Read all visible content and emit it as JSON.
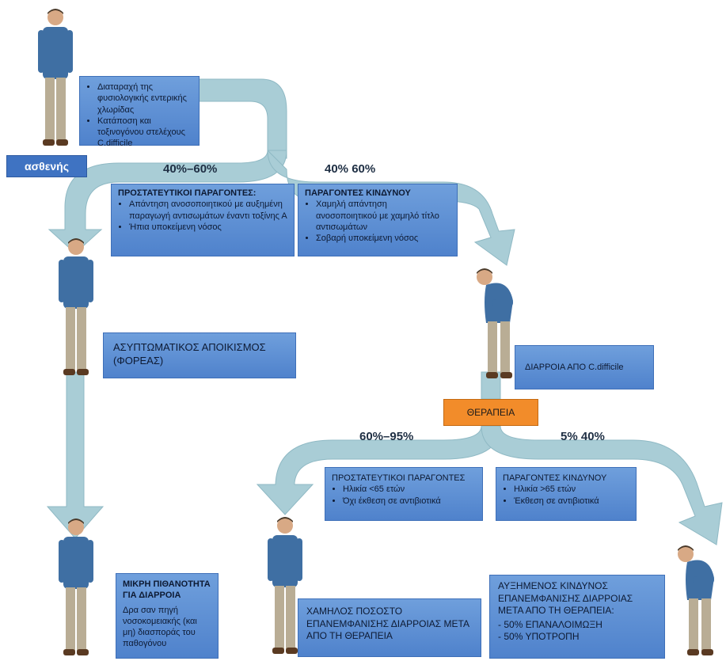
{
  "patient_label": "ασθενής",
  "top_box": {
    "items": [
      "Διαταραχή της φυσιολογικής εντερικής χλωρίδας",
      "Κατάποση και τοξινογόνου στελέχους C.difficile"
    ]
  },
  "pct_left_top": "40%–60%",
  "pct_right_top": "40% 60%",
  "protective_box_1": {
    "header": "ΠΡΟΣΤΑΤΕΥΤΙΚΟΙ ΠΑΡΑΓΟΝΤΕΣ:",
    "items": [
      "Απάντηση ανοσοποιητικού με αυξημένη παραγωγή αντισωμάτων έναντι τοξίνης Α",
      "Ήπια υποκείμενη νόσος"
    ]
  },
  "risk_box_1": {
    "header": "ΠΑΡΑΓΟΝΤΕΣ ΚΙΝΔΥΝΟΥ",
    "items": [
      "Χαμηλή απάντηση ανοσοποιητικού με χαμηλό τίτλο αντισωμάτων",
      "Σοβαρή υποκείμενη νόσος"
    ]
  },
  "asymptomatic_box": "ΑΣΥΠΤΩΜΑΤΙΚΟΣ ΑΠΟΙΚΙΣΜΟΣ (ΦΟΡΕΑΣ)",
  "diarrhea_box": "ΔΙΑΡΡΟΙΑ ΑΠΟ C.difficile",
  "therapy_label": "ΘΕΡΑΠΕΙΑ",
  "pct_left_bottom": "60%–95%",
  "pct_right_bottom": "5% 40%",
  "protective_box_2": {
    "header": "ΠΡΟΣΤΑΤΕΥΤΙΚΟΙ ΠΑΡΑΓΟΝΤΕΣ",
    "items": [
      "Ηλικία <65 ετών",
      "Όχι έκθεση σε αντιβιοτικά"
    ]
  },
  "risk_box_2": {
    "header": "ΠΑΡΑΓΟΝΤΕΣ ΚΙΝΔΥΝΟΥ",
    "items": [
      "Ηλικία >65 ετών",
      "Έκθεση σε αντιβιοτικά"
    ]
  },
  "low_prob_box": {
    "header": "ΜΙΚΡΗ ΠΙΘΑΝΟΤΗΤΑ ΓΙΑ ΔΙΑΡΡΟΙΑ",
    "body": "Δρα σαν πηγή νοσοκομειακής (και μη) διασποράς του παθογόνου"
  },
  "low_recurrence_box": "ΧΑΜΗΛΟΣ ΠΟΣΟΣΤΟ ΕΠΑΝΕΜΦΑΝΙΣΗΣ ΔΙΑΡΡΟΙΑΣ ΜΕΤΑ ΑΠΟ ΤΗ ΘΕΡΑΠΕΙΑ",
  "high_risk_box": {
    "header": "ΑΥΞΗΜΕΝΟΣ ΚΙΝΔΥΝΟΣ ΕΠΑΝΕΜΦΑΝΙΣΗΣ ΔΙΑΡΡΟΙΑΣ ΜΕΤΑ ΑΠΟ ΤΗ ΘΕΡΑΠΕΙΑ:",
    "items": [
      "50% ΕΠΑΝΑΛΟΙΜΩΞΗ",
      "50% ΥΠΟΤΡΟΠΗ"
    ]
  },
  "colors": {
    "arrow": "#a9cdd6",
    "box": "#5b8fd6",
    "therapy": "#f28c2a"
  }
}
